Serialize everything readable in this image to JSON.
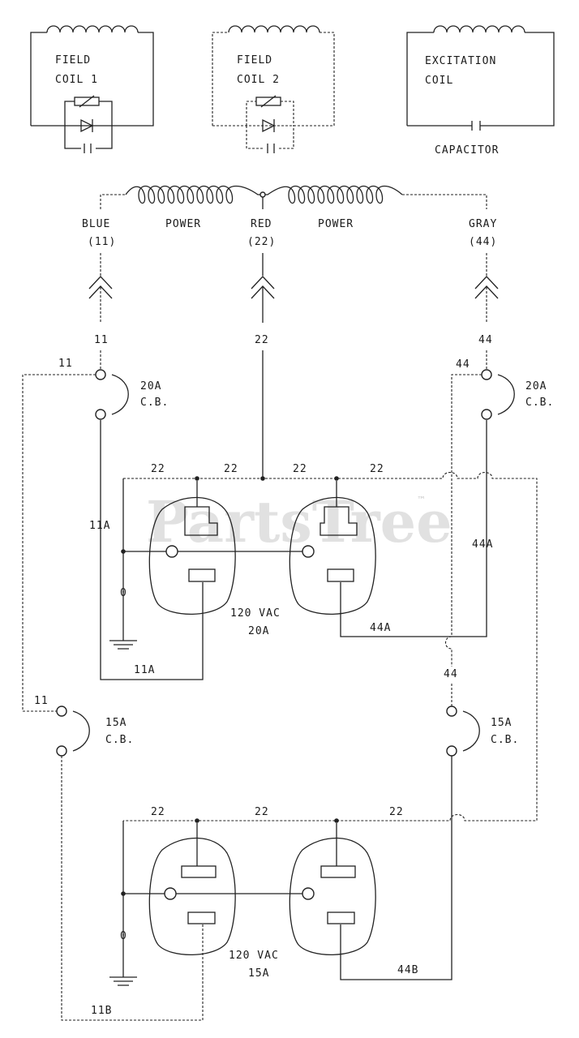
{
  "watermark": {
    "text": "PartsTree",
    "tm": "™"
  },
  "coils": {
    "field1": [
      "FIELD",
      "COIL 1"
    ],
    "field2": [
      "FIELD",
      "COIL 2"
    ],
    "excitation": [
      "EXCITATION",
      "COIL"
    ],
    "capacitor": "CAPACITOR"
  },
  "power": {
    "label_left": "POWER",
    "label_right": "POWER",
    "blue": [
      "BLUE",
      "(11)"
    ],
    "red": [
      "RED",
      "(22)"
    ],
    "gray": [
      "GRAY",
      "(44)"
    ]
  },
  "wires": {
    "w11": "11",
    "w22": "22",
    "w44": "44",
    "w11A": "11A",
    "w44A": "44A",
    "w11B": "11B",
    "w44B": "44B",
    "w0": "0"
  },
  "breakers": {
    "cb20": [
      "20A",
      "C.B."
    ],
    "cb15": [
      "15A",
      "C.B."
    ]
  },
  "outlets": {
    "upper": [
      "120 VAC",
      "20A"
    ],
    "lower": [
      "120 VAC",
      "15A"
    ]
  }
}
